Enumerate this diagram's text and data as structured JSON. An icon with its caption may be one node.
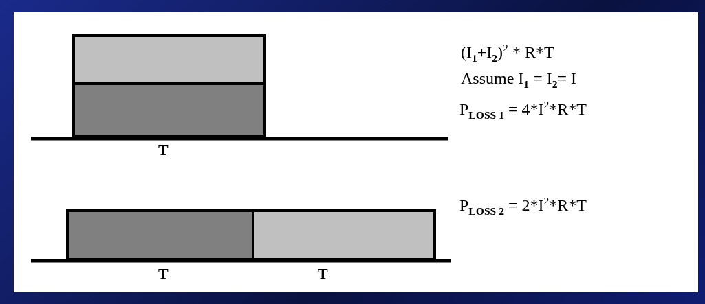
{
  "diagram": {
    "labels": [
      "(I$_{1}$+I$_{2}$)$^{2}$ * R*T",
      "Assume I$_{1}$ = I$_{2}$= I",
      "P$_{LOSS 1}$ = 4*I$^{2}$*R*T",
      "T",
      "P$_{LOSS 2}$ = 2*I$^{2}$*R*T",
      "T",
      "T"
    ]
  }
}
